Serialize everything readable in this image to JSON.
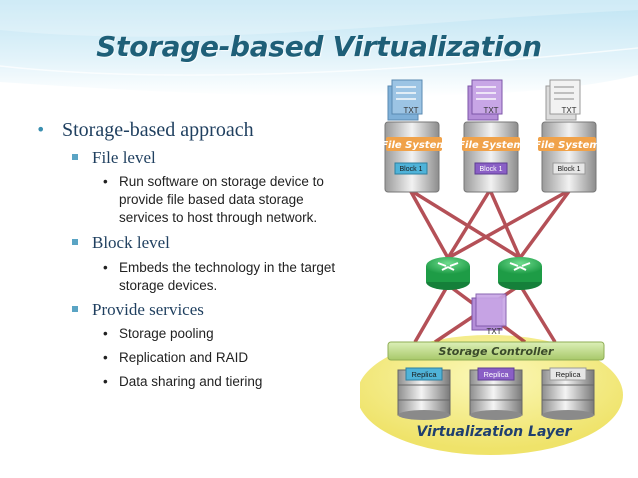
{
  "slide": {
    "title": "Storage-based Virtualization",
    "bullets": [
      {
        "text": "Storage-based approach",
        "children": [
          {
            "text": "File level",
            "children": [
              {
                "lines": [
                  "Run software on storage device to",
                  "provide file based data storage",
                  "services to host through network."
                ]
              }
            ]
          },
          {
            "text": "Block level",
            "children": [
              {
                "lines": [
                  "Embeds the technology in the target",
                  "storage devices."
                ]
              }
            ]
          },
          {
            "text": "Provide services",
            "children": [
              {
                "lines": [
                  "Storage pooling"
                ]
              },
              {
                "lines": [
                  "Replication and RAID"
                ]
              },
              {
                "lines": [
                  "Data sharing and tiering"
                ]
              }
            ]
          }
        ]
      }
    ]
  },
  "diagram": {
    "servers": [
      {
        "doc_label": "TXT",
        "fs_label": "File System",
        "block_label": "Block 1",
        "doc_color": "#7fb0d8",
        "block_color": "#4fb3d9"
      },
      {
        "doc_label": "TXT",
        "fs_label": "File System",
        "block_label": "Block 1",
        "doc_color": "#b48ed8",
        "block_color": "#8a5fc6"
      },
      {
        "doc_label": "TXT",
        "fs_label": "File System",
        "block_label": "Block 1",
        "doc_color": "#e8e8e8",
        "block_color": "#e6e6e6"
      }
    ],
    "center_doc_label": "TXT",
    "controller_label": "Storage Controller",
    "replicas": [
      {
        "label": "Replica",
        "color": "#4fb3d9"
      },
      {
        "label": "Replica",
        "color": "#8a5fc6"
      },
      {
        "label": "Replica",
        "color": "#e6e6e6"
      }
    ],
    "layer_label": "Virtualization Layer",
    "colors": {
      "title": "#1e5f78",
      "fs_label_bg": "#f0a24a",
      "link": "#a8323a",
      "switch": "#2daa55",
      "layer": "#f5ef7a",
      "controller": "#b9d77a"
    }
  }
}
